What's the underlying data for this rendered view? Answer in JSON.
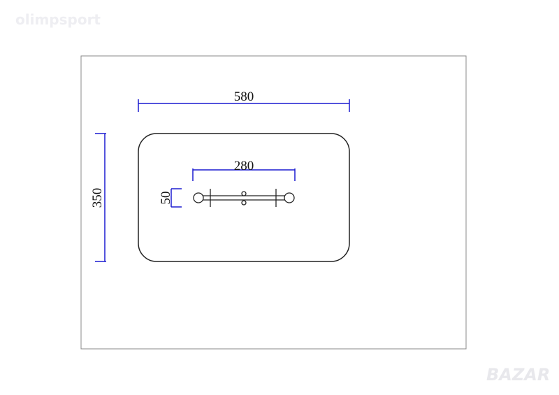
{
  "watermark_top": "olimpsport",
  "watermark_bottom": "BAZAR",
  "drawing": {
    "width_outer": "580",
    "height_outer": "350",
    "handle_width": "280",
    "handle_height": "50"
  },
  "colors": {
    "dimension": "#1a1ad0",
    "line": "#222222",
    "frame": "#888888"
  }
}
